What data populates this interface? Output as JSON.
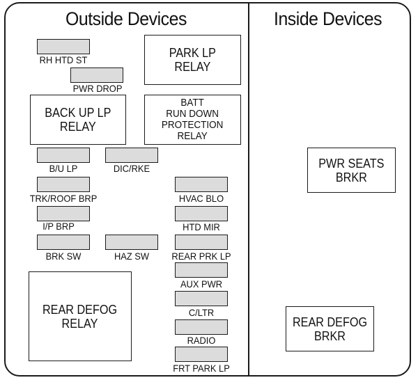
{
  "diagram": {
    "sections": {
      "outside": {
        "title": "Outside Devices"
      },
      "inside": {
        "title": "Inside Devices"
      }
    },
    "relays": {
      "park_lp": "PARK LP\nRELAY",
      "back_up_lp": "BACK UP LP\nRELAY",
      "batt_run_down": "BATT\nRUN DOWN\nPROTECTION\nRELAY",
      "rear_defog_relay": "REAR DEFOG\nRELAY",
      "pwr_seats_brkr": "PWR SEATS\nBRKR",
      "rear_defog_brkr": "REAR DEFOG\nBRKR"
    },
    "fuses": {
      "rh_htd_st": "RH HTD ST",
      "pwr_drop": "PWR DROP",
      "bu_lp": "B/U LP",
      "dic_rke": "DIC/RKE",
      "trk_roof_brp": "TRK/ROOF BRP",
      "ip_brp": "I/P BRP",
      "brk_sw": "BRK SW",
      "haz_sw": "HAZ SW",
      "hvac_blo": "HVAC BLO",
      "htd_mir": "HTD MIR",
      "rear_prk_lp": "REAR PRK LP",
      "aux_pwr": "AUX PWR",
      "c_ltr": "C/LTR",
      "radio": "RADIO",
      "frt_park_lp": "FRT PARK LP"
    },
    "colors": {
      "fuse_fill": "#dcdcdc",
      "outline": "#1a1a1a"
    }
  }
}
